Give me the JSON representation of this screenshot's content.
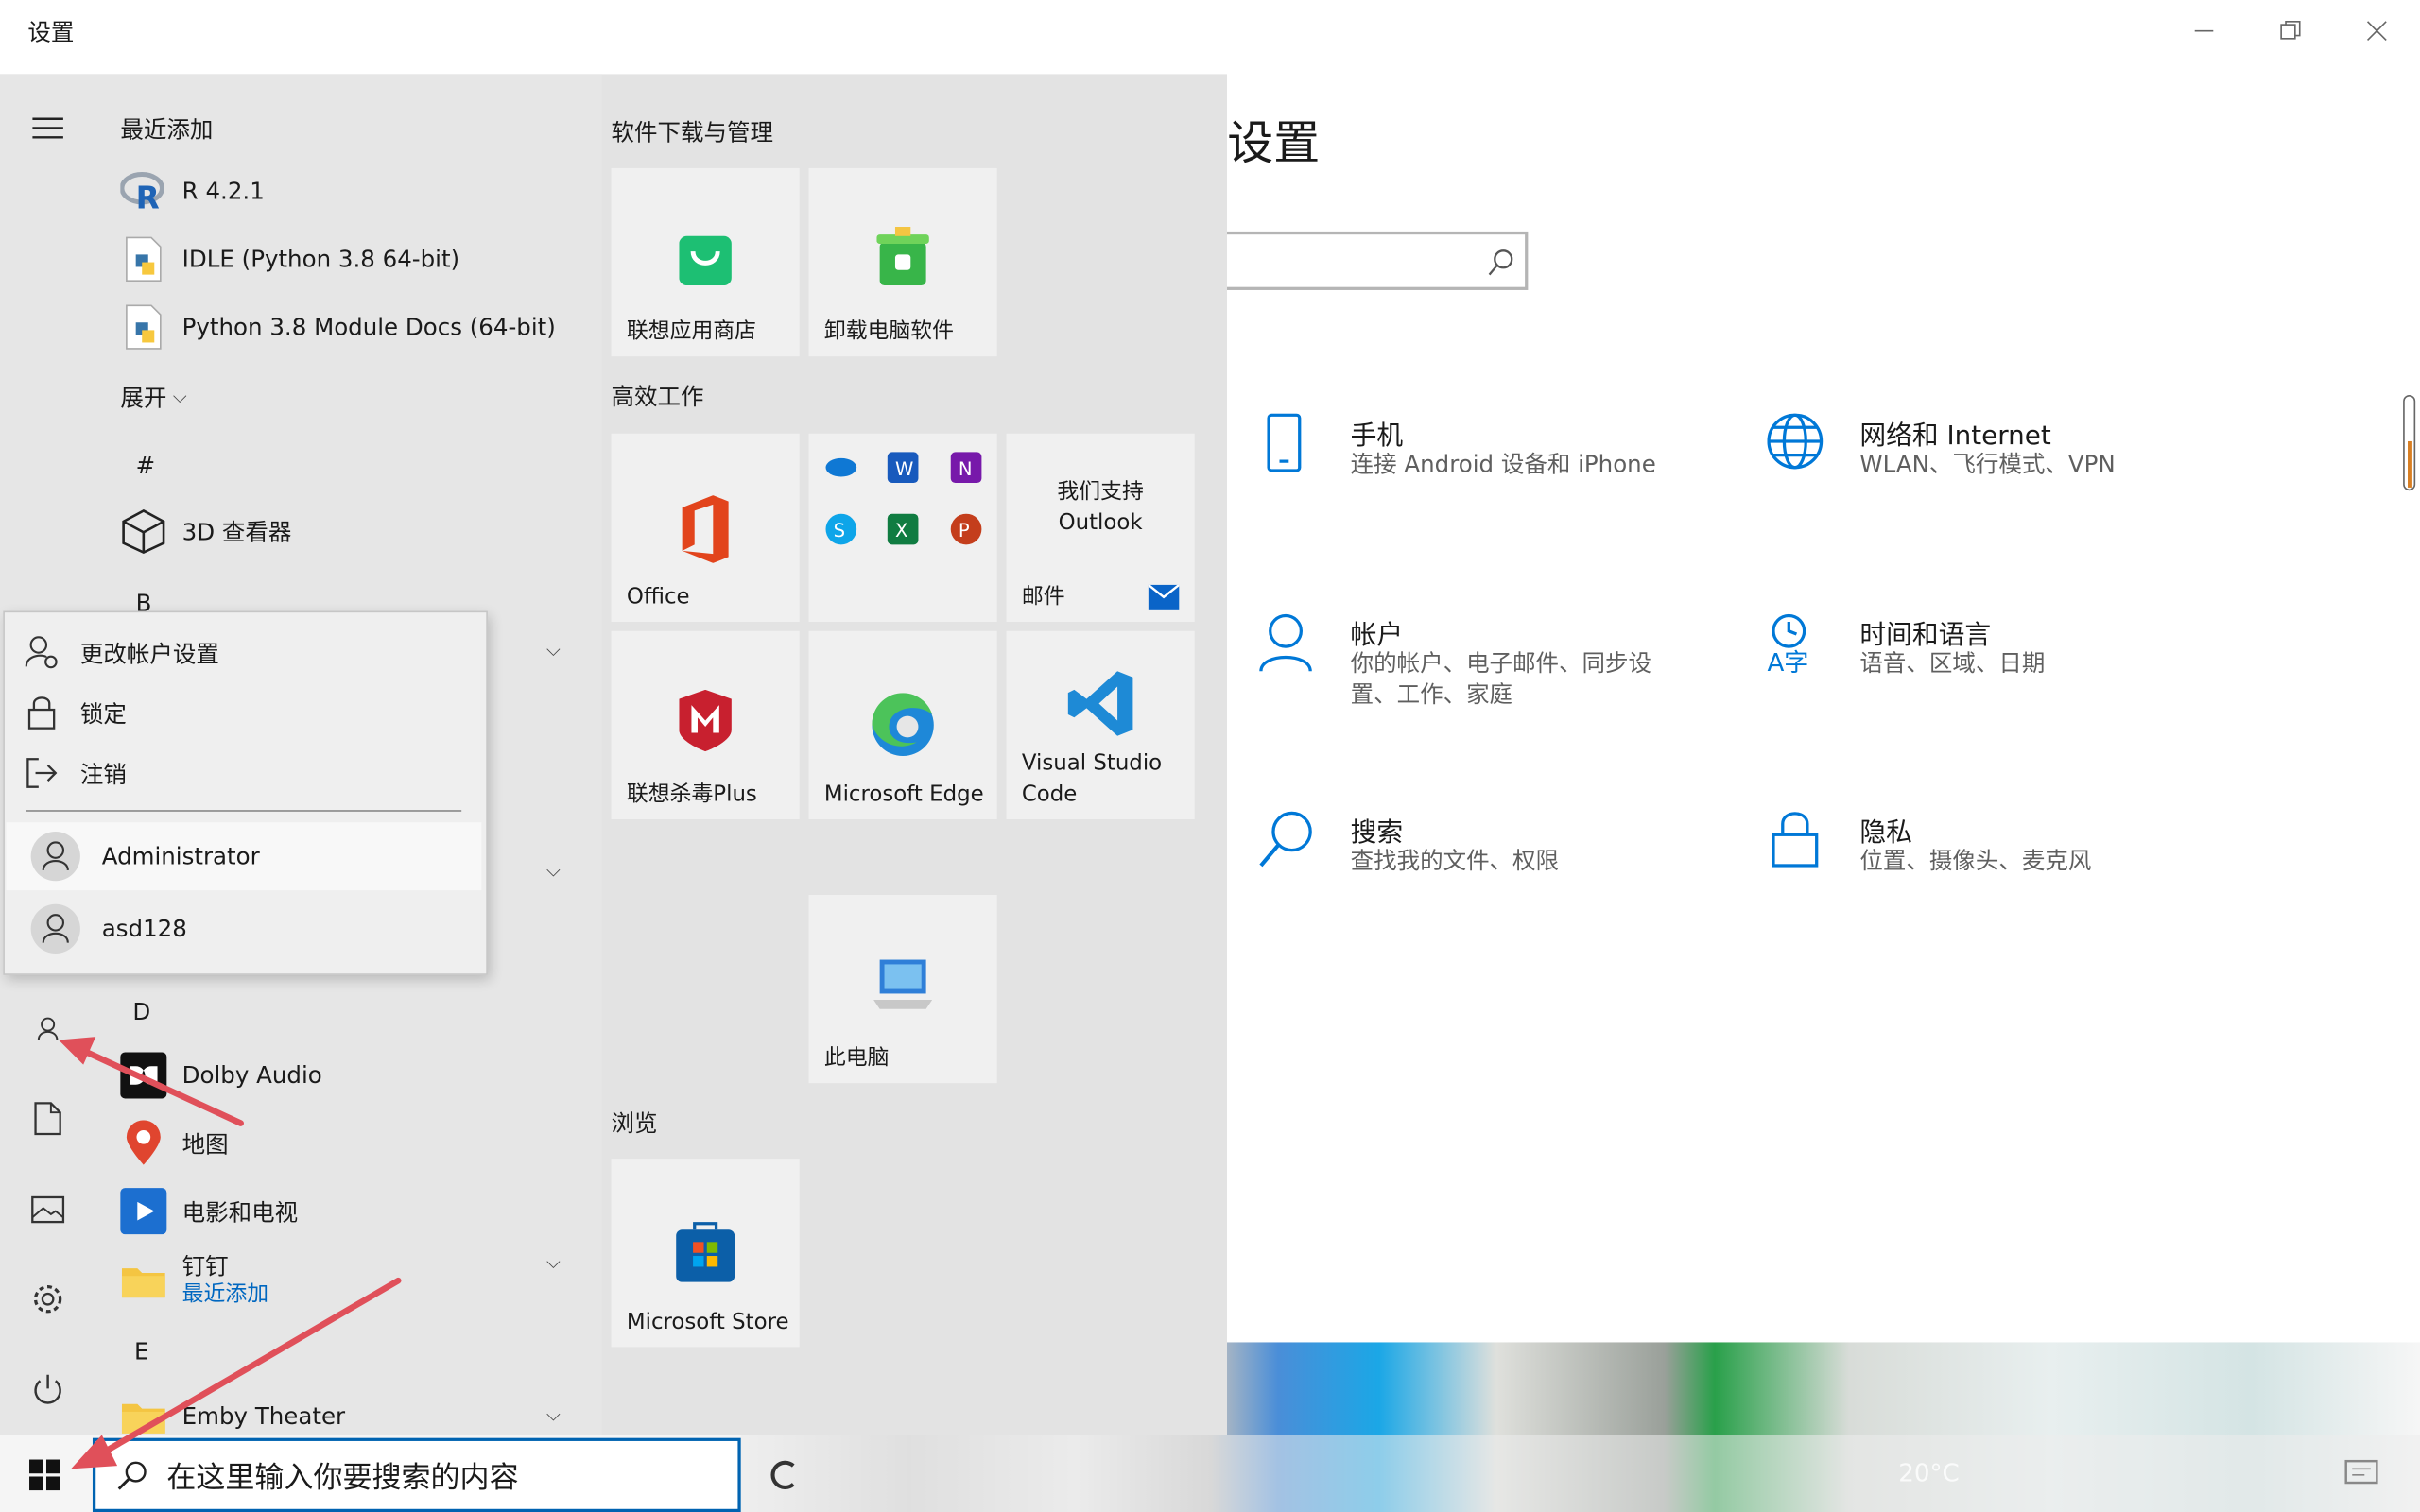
{
  "window": {
    "title": "设置",
    "settings_title": "s 设置"
  },
  "settings_items": [
    {
      "title": "手机",
      "desc": "连接 Android 设备和 iPhone"
    },
    {
      "title": "网络和 Internet",
      "desc": "WLAN、飞行模式、VPN"
    },
    {
      "title": "帐户",
      "desc": "你的帐户、电子邮件、同步设置、工作、家庭"
    },
    {
      "title": "时间和语言",
      "desc": "语音、区域、日期"
    },
    {
      "title": "搜索",
      "desc": "查找我的文件、权限"
    },
    {
      "title": "隐私",
      "desc": "位置、摄像头、麦克风"
    }
  ],
  "start_menu": {
    "recent_header": "最近添加",
    "recent_apps": [
      "R 4.2.1",
      "IDLE (Python 3.8 64-bit)",
      "Python 3.8 Module Docs (64-bit)"
    ],
    "expand_label": "展开",
    "letters": {
      "hash": "#",
      "b": "B",
      "d": "D",
      "e": "E"
    },
    "apps": {
      "viewer3d": "3D 查看器",
      "dolby": "Dolby Audio",
      "maps": "地图",
      "movies": "电影和电视",
      "dingtalk": "钉钉",
      "dingtalk_sub": "最近添加",
      "emby": "Emby Theater"
    },
    "groups": {
      "software": "软件下载与管理",
      "work": "高效工作",
      "browse": "浏览"
    },
    "tiles": {
      "lenovo_store": "联想应用商店",
      "uninstall": "卸载电脑软件",
      "office": "Office",
      "outlook_top": "我们支持",
      "outlook_name": "Outlook",
      "mail": "邮件",
      "antivirus": "联想杀毒Plus",
      "edge": "Microsoft Edge",
      "vscode_1": "Visual Studio",
      "vscode_2": "Code",
      "thispc": "此电脑",
      "store": "Microsoft Store"
    }
  },
  "account_menu": {
    "change": "更改帐户设置",
    "lock": "锁定",
    "signout": "注销",
    "users": [
      "Administrator",
      "asd128"
    ]
  },
  "taskbar": {
    "search_placeholder": "在这里输入你要搜索的内容",
    "weather": "20°C"
  },
  "colors": {
    "accent": "#0078d7",
    "arrow": "#e0505a"
  }
}
